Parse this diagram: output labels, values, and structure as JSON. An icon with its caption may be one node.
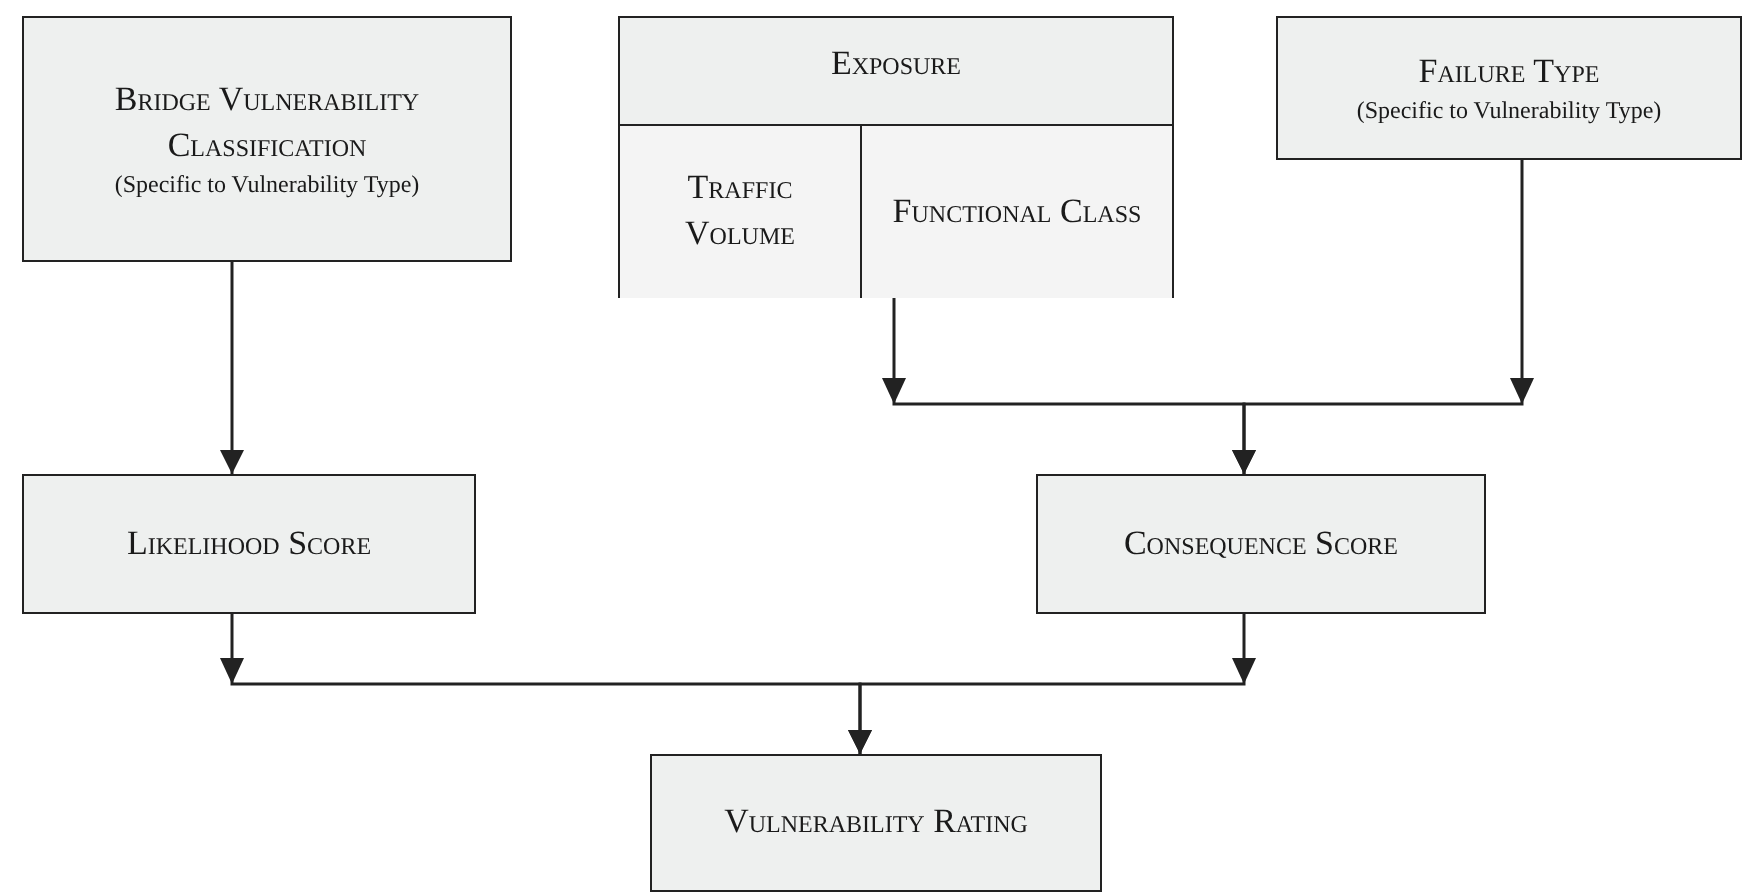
{
  "diagram": {
    "nodes": [
      {
        "text": [
          "Bridge Vulnerability Classification",
          "(Specific to Vulnerability Type)"
        ]
      },
      {
        "text": [
          "Exposure"
        ]
      },
      {
        "text": [
          "Traffic Volume"
        ],
        "in": 1
      },
      {
        "text": [
          "Functional Class"
        ],
        "in": 1
      },
      {
        "text": [
          "Failure Type",
          "(Specific to Vulnerability Type)"
        ]
      },
      {
        "text": [
          "Likelihood Score"
        ]
      },
      {
        "text": [
          "Consequence Score"
        ]
      },
      {
        "text": [
          "Vulnerability Rating"
        ]
      }
    ],
    "edges": [
      {
        "from": 0,
        "to": 5,
        "arrow": "to"
      },
      {
        "from": 1,
        "to": 6,
        "arrow": "to"
      },
      {
        "from": 4,
        "to": 6,
        "arrow": "to"
      },
      {
        "from": 5,
        "to": 7,
        "arrow": "to"
      },
      {
        "from": 6,
        "to": 7,
        "arrow": "to"
      }
    ]
  }
}
